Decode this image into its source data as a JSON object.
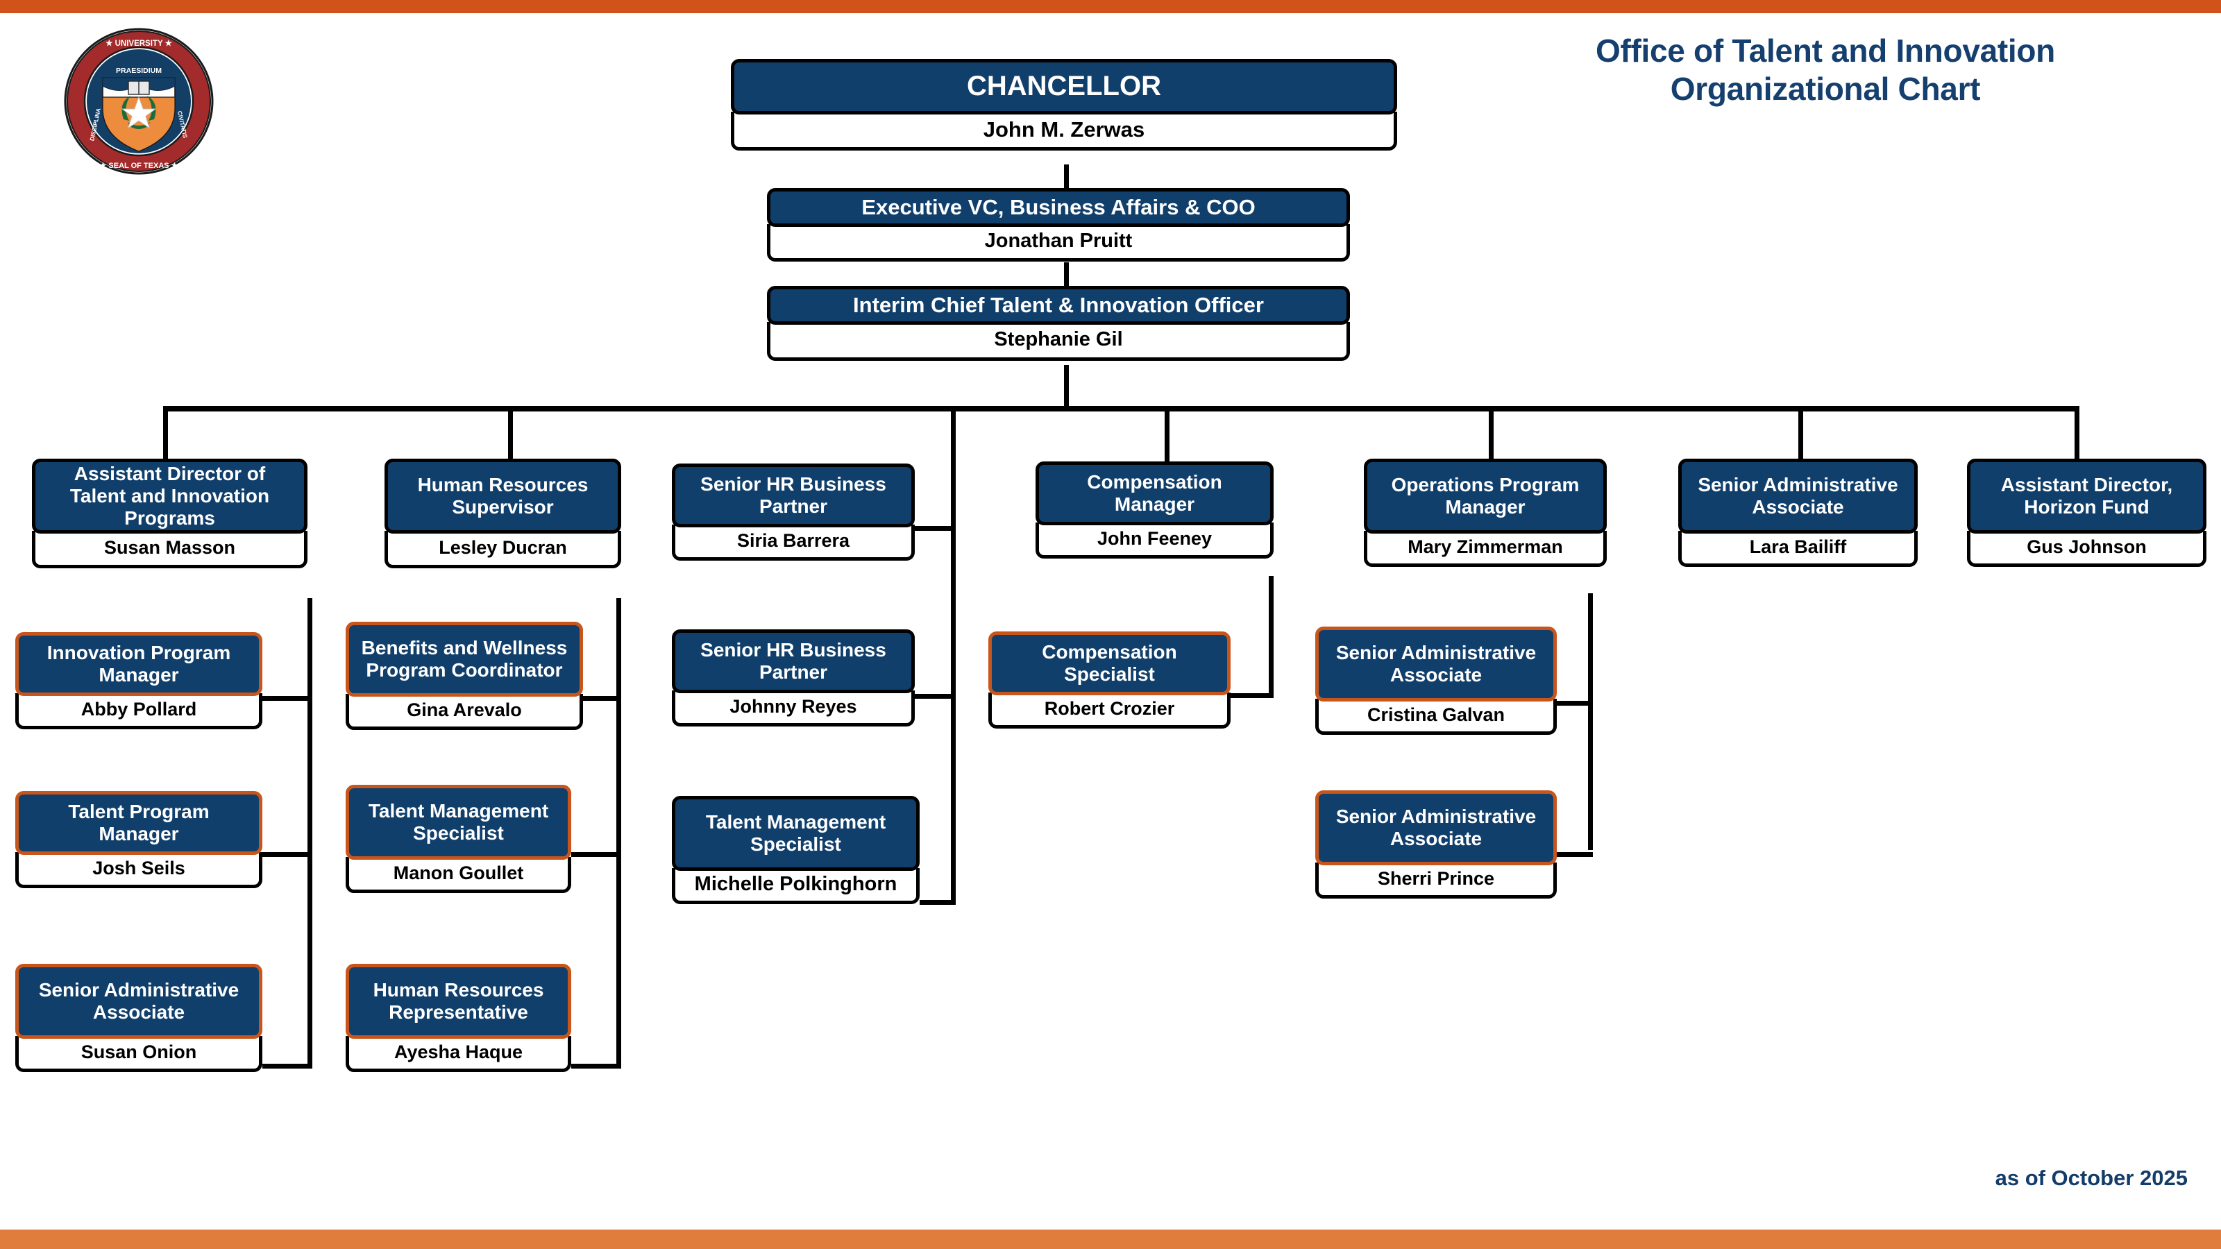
{
  "header": {
    "title_line1": "Office of Talent and Innovation",
    "title_line2": "Organizational Chart",
    "as_of": "as of October 2025",
    "logo_alt": "University of Texas Seal"
  },
  "colors": {
    "navy": "#113F6B",
    "accent_orange": "#C8551B",
    "bar_top_orange": "#D2531A",
    "bar_bottom_orange": "#E07C3C",
    "title_blue": "#153F6E",
    "connector_black": "#000000",
    "box_fill_white": "#FFFFFF"
  },
  "seal": {
    "outer_ring_text_top": "THE UNIVERSITY",
    "outer_ring_text_bottom": "SEAL OF TEXAS",
    "banner_text": "PRAESIDIUM",
    "left_text": "DISCIPLINA",
    "right_text": "CIVITATIS"
  },
  "chain": [
    {
      "title": "CHANCELLOR",
      "person": "John M. Zerwas"
    },
    {
      "title": "Executive VC, Business Affairs & COO",
      "person": "Jonathan Pruitt"
    },
    {
      "title": "Interim Chief Talent & Innovation Officer",
      "person": "Stephanie Gil"
    }
  ],
  "columns": [
    {
      "head": {
        "title": "Assistant Director of Talent and Innovation Programs",
        "person": "Susan Masson",
        "accent": false
      },
      "reports": [
        {
          "title": "Innovation Program Manager",
          "person": "Abby Pollard",
          "accent": true
        },
        {
          "title": "Talent Program Manager",
          "person": "Josh Seils",
          "accent": true
        },
        {
          "title": "Senior Administrative Associate",
          "person": "Susan Onion",
          "accent": true
        }
      ]
    },
    {
      "head": {
        "title": "Human Resources Supervisor",
        "person": "Lesley Ducran",
        "accent": false
      },
      "reports": [
        {
          "title": "Benefits and Wellness Program Coordinator",
          "person": "Gina Arevalo",
          "accent": true
        },
        {
          "title": "Talent Management Specialist",
          "person": "Manon Goullet",
          "accent": true
        },
        {
          "title": "Human Resources Representative",
          "person": "Ayesha Haque",
          "accent": true
        }
      ]
    },
    {
      "head": null,
      "reports": [
        {
          "title": "Senior HR Business Partner",
          "person": "Siria Barrera",
          "accent": false
        },
        {
          "title": "Senior HR Business Partner",
          "person": "Johnny Reyes",
          "accent": false
        },
        {
          "title": "Talent Management Specialist",
          "person": "Michelle Polkinghorn",
          "accent": false
        }
      ]
    },
    {
      "head": {
        "title": "Compensation Manager",
        "person": "John Feeney",
        "accent": false
      },
      "reports": [
        {
          "title": "Compensation Specialist",
          "person": "Robert Crozier",
          "accent": true
        }
      ]
    },
    {
      "head": {
        "title": "Operations Program Manager",
        "person": "Mary Zimmerman",
        "accent": false
      },
      "reports": [
        {
          "title": "Senior Administrative Associate",
          "person": "Cristina Galvan",
          "accent": true
        },
        {
          "title": "Senior Administrative Associate",
          "person": "Sherri Prince",
          "accent": true
        }
      ]
    },
    {
      "head": {
        "title": "Senior Administrative Associate",
        "person": "Lara Bailiff",
        "accent": false
      },
      "reports": []
    },
    {
      "head": {
        "title": "Assistant Director, Horizon Fund",
        "person": "Gus Johnson",
        "accent": false
      },
      "reports": []
    }
  ]
}
